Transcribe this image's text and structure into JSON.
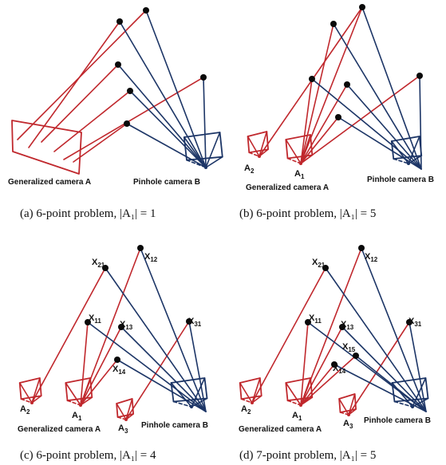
{
  "colors": {
    "red": "#c0282d",
    "blue": "#1c3566",
    "point_fill": "#0a0a0a"
  },
  "panels": {
    "a": {
      "caption": "(a) 6-point problem, |A₁| = 1",
      "gen_camera_label": "Generalized camera A",
      "pinhole_label": "Pinhole camera B"
    },
    "b": {
      "caption": "(b) 6-point problem, |A₁| = 5",
      "gen_camera_label": "Generalized camera A",
      "pinhole_label": "Pinhole camera B",
      "a1": "A",
      "a1_sub": "1",
      "a2": "A",
      "a2_sub": "2"
    },
    "c": {
      "caption": "(c) 6-point problem, |A₁| = 4",
      "gen_camera_label": "Generalized camera A",
      "pinhole_label": "Pinhole camera B",
      "a1": "A",
      "a1_sub": "1",
      "a2": "A",
      "a2_sub": "2",
      "a3": "A",
      "a3_sub": "3",
      "points": [
        {
          "name": "X",
          "sub": "21"
        },
        {
          "name": "X",
          "sub": "12"
        },
        {
          "name": "X",
          "sub": "11"
        },
        {
          "name": "X",
          "sub": "13"
        },
        {
          "name": "X",
          "sub": "31"
        },
        {
          "name": "X",
          "sub": "14"
        }
      ]
    },
    "d": {
      "caption": "(d) 7-point problem, |A₁| = 5",
      "gen_camera_label": "Generalized camera A",
      "pinhole_label": "Pinhole camera B",
      "a1": "A",
      "a1_sub": "1",
      "a2": "A",
      "a2_sub": "2",
      "a3": "A",
      "a3_sub": "3",
      "points": [
        {
          "name": "X",
          "sub": "21"
        },
        {
          "name": "X",
          "sub": "12"
        },
        {
          "name": "X",
          "sub": "11"
        },
        {
          "name": "X",
          "sub": "13"
        },
        {
          "name": "X",
          "sub": "31"
        },
        {
          "name": "X",
          "sub": "15"
        },
        {
          "name": "X",
          "sub": "14"
        }
      ]
    }
  }
}
